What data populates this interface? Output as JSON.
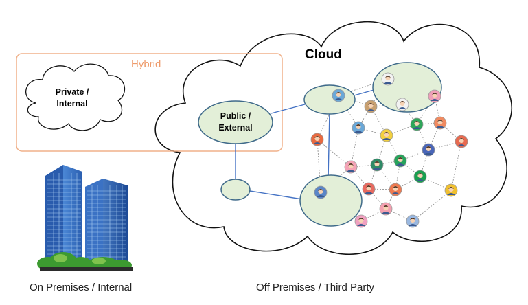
{
  "cloud": {
    "title": "Cloud"
  },
  "hybrid": {
    "label": "Hybrid"
  },
  "private_cloud": {
    "line1": "Private /",
    "line2": "Internal"
  },
  "public_node": {
    "line1": "Public /",
    "line2": "External"
  },
  "captions": {
    "on_premises": "On Premises / Internal",
    "off_premises": "Off Premises / Third Party"
  },
  "colors": {
    "hybrid_border": "#f0b18a",
    "node_fill": "#e3efd8",
    "node_stroke": "#3f6a8a",
    "link": "#4472c4",
    "mesh": "#8c8c8c",
    "building_glass": "#3c6cb8",
    "bush": "#3c9a30"
  },
  "icons": [
    "cloud-shape-icon",
    "office-building-icon",
    "person-avatar-icon"
  ]
}
